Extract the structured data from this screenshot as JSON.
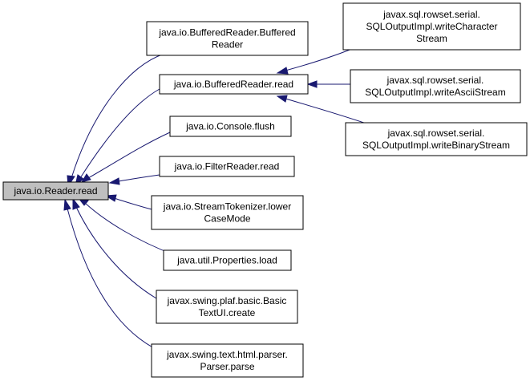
{
  "graph": {
    "colors": {
      "edge": "#191970",
      "root_fill": "#bfbfbf",
      "node_fill": "#ffffff",
      "node_border": "#000000"
    },
    "nodes": {
      "reader_read": {
        "lines": [
          "java.io.Reader.read"
        ]
      },
      "bufferedreader_ctor": {
        "lines": [
          "java.io.BufferedReader.Buffered",
          "Reader"
        ]
      },
      "bufferedreader_read": {
        "lines": [
          "java.io.BufferedReader.read"
        ]
      },
      "console_flush": {
        "lines": [
          "java.io.Console.flush"
        ]
      },
      "filterreader_read": {
        "lines": [
          "java.io.FilterReader.read"
        ]
      },
      "streamtokenizer_lowercase": {
        "lines": [
          "java.io.StreamTokenizer.lower",
          "CaseMode"
        ]
      },
      "properties_load": {
        "lines": [
          "java.util.Properties.load"
        ]
      },
      "basictextui_create": {
        "lines": [
          "javax.swing.plaf.basic.Basic",
          "TextUI.create"
        ]
      },
      "parser_parse": {
        "lines": [
          "javax.swing.text.html.parser.",
          "Parser.parse"
        ]
      },
      "write_character_stream": {
        "lines": [
          "javax.sql.rowset.serial.",
          "SQLOutputImpl.writeCharacter",
          "Stream"
        ]
      },
      "write_ascii_stream": {
        "lines": [
          "javax.sql.rowset.serial.",
          "SQLOutputImpl.writeAsciiStream"
        ]
      },
      "write_binary_stream": {
        "lines": [
          "javax.sql.rowset.serial.",
          "SQLOutputImpl.writeBinaryStream"
        ]
      }
    }
  }
}
